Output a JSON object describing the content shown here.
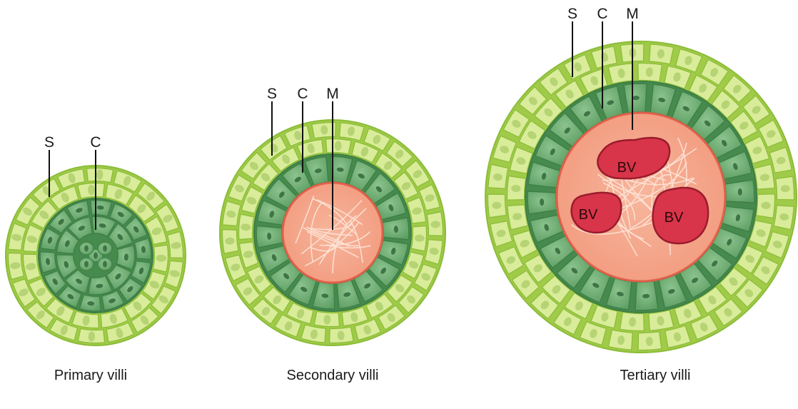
{
  "colors": {
    "syncytio_fill": "#d9ec9a",
    "syncytio_stroke": "#8cbc38",
    "syncytio_base": "#9fcb48",
    "cyto_fill": "#6fae73",
    "cyto_stroke": "#3d7e45",
    "cyto_base": "#478a4e",
    "nucleus_light": "#bfd98a",
    "nucleus_dark": "#3f7546",
    "mesoderm_fill": "#f4a88c",
    "mesoderm_stroke": "#e0604a",
    "fiber": "#fde3d6",
    "vessel_fill": "#d8344a",
    "vessel_stroke": "#9a1c2c"
  },
  "villi": [
    {
      "id": "primary",
      "caption": "Primary villi",
      "labels": [
        "S",
        "C"
      ],
      "vessel_labels": []
    },
    {
      "id": "secondary",
      "caption": "Secondary villi",
      "labels": [
        "S",
        "C",
        "M"
      ],
      "vessel_labels": []
    },
    {
      "id": "tertiary",
      "caption": "Tertiary villi",
      "labels": [
        "S",
        "C",
        "M"
      ],
      "vessel_labels": [
        "BV",
        "BV",
        "BV"
      ]
    }
  ]
}
